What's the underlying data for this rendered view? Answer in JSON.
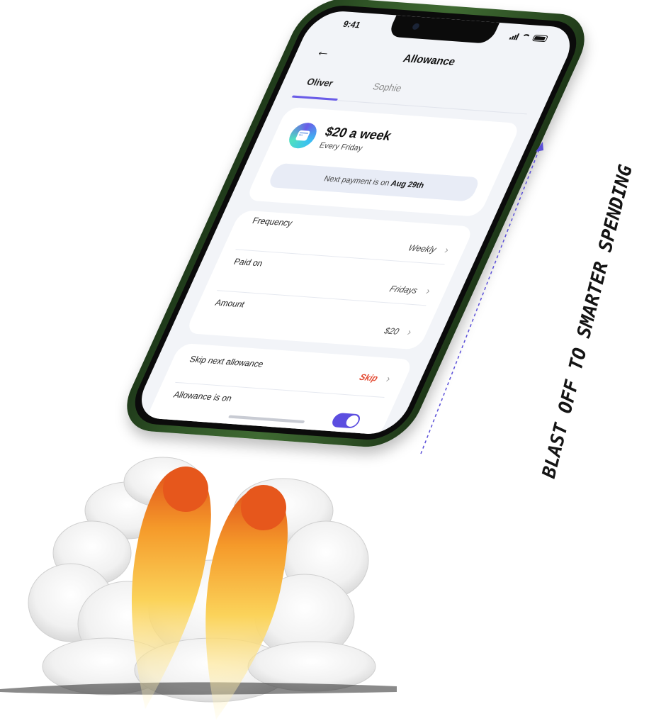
{
  "status_bar": {
    "time": "9:41"
  },
  "header": {
    "title": "Allowance",
    "back_icon": "arrow-left-icon"
  },
  "tabs": [
    {
      "label": "Oliver",
      "active": true
    },
    {
      "label": "Sophie",
      "active": false
    }
  ],
  "summary": {
    "icon": "calendar-icon",
    "amount": "$20 a week",
    "schedule": "Every Friday",
    "next_payment_prefix": "Next payment is on",
    "next_payment_date": "Aug 29th"
  },
  "settings": [
    {
      "label": "Frequency",
      "value": "Weekly"
    },
    {
      "label": "Paid on",
      "value": "Fridays"
    },
    {
      "label": "Amount",
      "value": "$20"
    }
  ],
  "controls": {
    "skip_label": "Skip next allowance",
    "skip_action": "Skip",
    "allowance_toggle_label": "Allowance is on",
    "allowance_on": true
  },
  "tagline": "BLAST OFF TO SMARTER SPENDING",
  "colors": {
    "accent": "#6a5ce8",
    "skip": "#e3472f",
    "phone_frame": "#2f5426"
  }
}
